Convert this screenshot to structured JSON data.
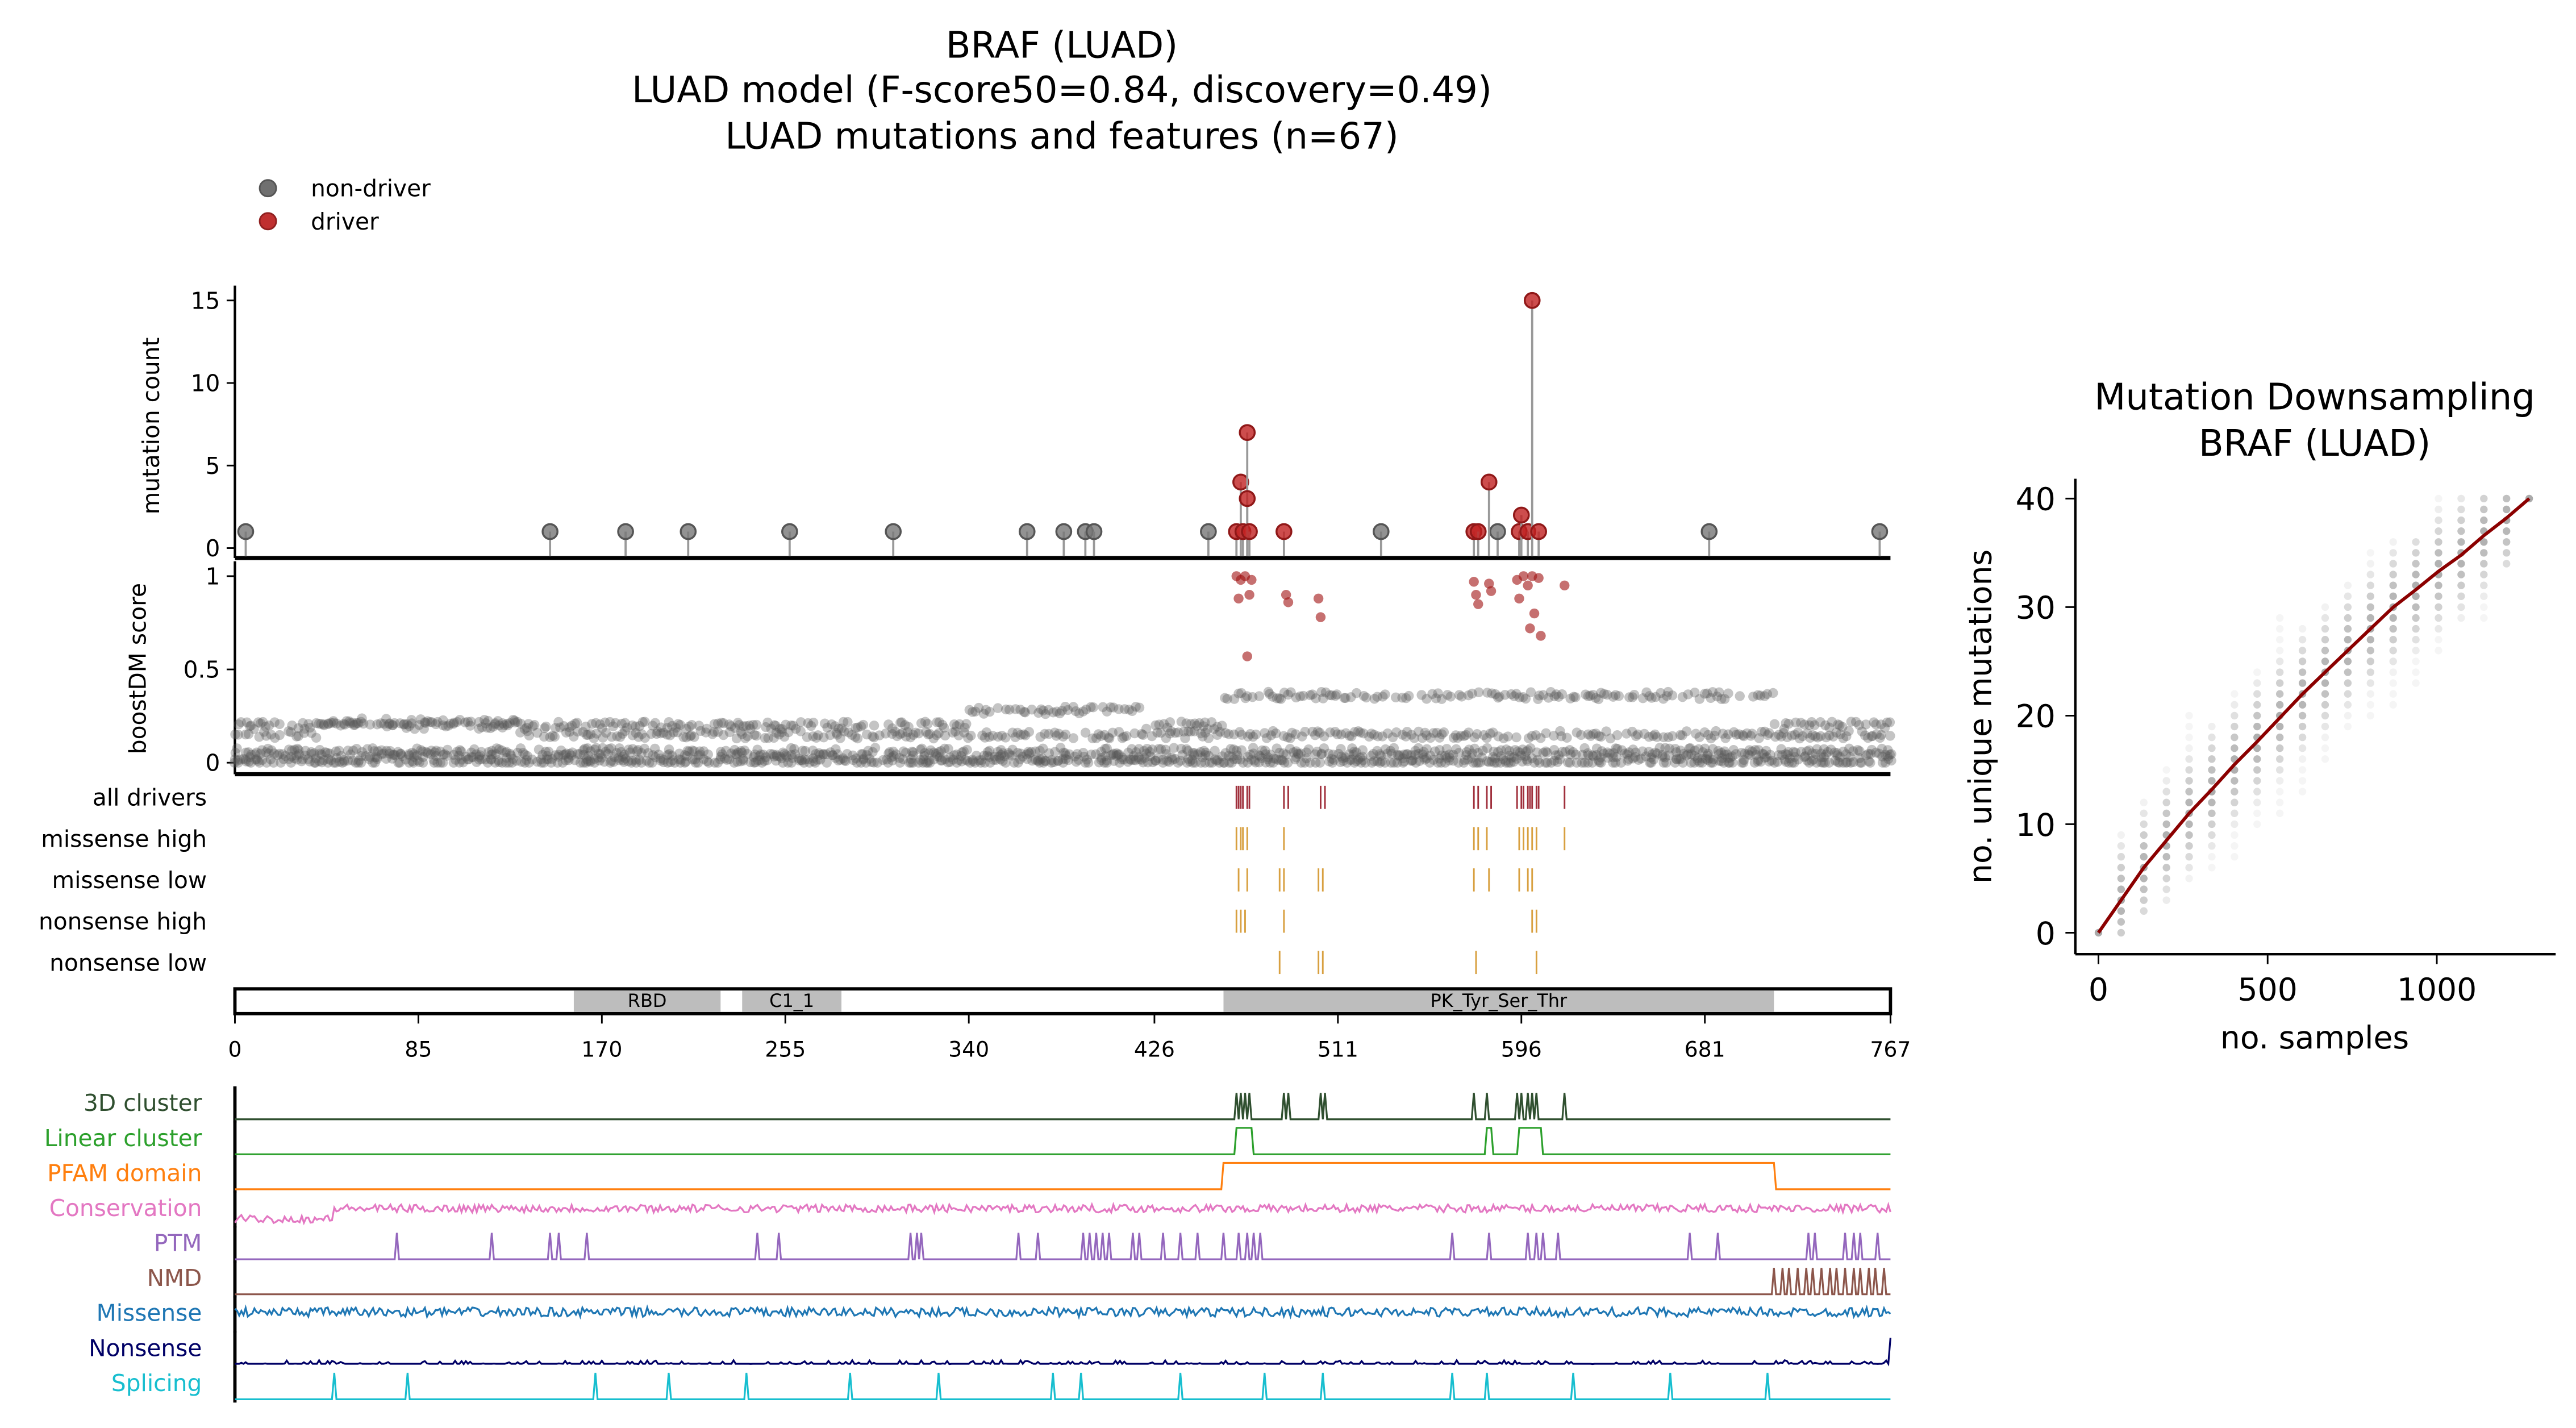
{
  "chart_data": [
    {
      "type": "scatter",
      "panel": "lollipop",
      "title_lines": [
        "BRAF (LUAD)",
        "LUAD model (F-score50=0.84, discovery=0.49)",
        "LUAD mutations and features (n=67)"
      ],
      "legend": [
        {
          "label": "non-driver",
          "color": "#707070"
        },
        {
          "label": "driver",
          "color": "#b22222"
        }
      ],
      "ylabel": "mutation count",
      "yticks": [
        0,
        5,
        10,
        15
      ],
      "ylim": [
        0,
        16
      ],
      "xlim": [
        0,
        767
      ],
      "non_drivers": [
        [
          5,
          1
        ],
        [
          146,
          1
        ],
        [
          181,
          1
        ],
        [
          210,
          1
        ],
        [
          257,
          1
        ],
        [
          305,
          1
        ],
        [
          367,
          1
        ],
        [
          384,
          1
        ],
        [
          394,
          1
        ],
        [
          398,
          1
        ],
        [
          451,
          1
        ],
        [
          531,
          1
        ],
        [
          585,
          1
        ],
        [
          683,
          1
        ],
        [
          762,
          1
        ]
      ],
      "drivers": [
        [
          464,
          1
        ],
        [
          466,
          4
        ],
        [
          467,
          1
        ],
        [
          469,
          7
        ],
        [
          469,
          3
        ],
        [
          470,
          1
        ],
        [
          486,
          1
        ],
        [
          574,
          1
        ],
        [
          576,
          1
        ],
        [
          581,
          4
        ],
        [
          595,
          1
        ],
        [
          596,
          2
        ],
        [
          599,
          1
        ],
        [
          601,
          15
        ],
        [
          604,
          1
        ]
      ]
    },
    {
      "type": "scatter",
      "panel": "boostDM",
      "ylabel": "boostDM score",
      "yticks": [
        0,
        0.5,
        1
      ],
      "ylim": [
        0,
        1
      ],
      "driver_scores": [
        [
          464,
          1
        ],
        [
          466,
          0.98
        ],
        [
          468,
          1
        ],
        [
          470,
          0.9
        ],
        [
          465,
          0.88
        ],
        [
          469,
          0.57
        ],
        [
          471,
          0.98
        ],
        [
          487,
          0.9
        ],
        [
          488,
          0.86
        ],
        [
          502,
          0.88
        ],
        [
          503,
          0.78
        ],
        [
          574,
          0.97
        ],
        [
          575,
          0.9
        ],
        [
          576,
          0.85
        ],
        [
          581,
          0.96
        ],
        [
          582,
          0.92
        ],
        [
          594,
          0.98
        ],
        [
          595,
          0.88
        ],
        [
          597,
          1
        ],
        [
          599,
          0.95
        ],
        [
          600,
          0.72
        ],
        [
          601,
          1
        ],
        [
          602,
          0.8
        ],
        [
          604,
          0.99
        ],
        [
          605,
          0.68
        ],
        [
          616,
          0.95
        ]
      ]
    },
    {
      "type": "table",
      "panel": "driver-tracks",
      "rows": [
        {
          "label": "all drivers",
          "color": "#a0303c",
          "positions": [
            464,
            465,
            466,
            467,
            469,
            470,
            486,
            488,
            503,
            505,
            574,
            576,
            580,
            582,
            594,
            596,
            597,
            599,
            600,
            601,
            603,
            604,
            616
          ]
        },
        {
          "label": "missense high",
          "color": "#d8a040",
          "positions": [
            464,
            466,
            467,
            469,
            486,
            574,
            576,
            580,
            595,
            597,
            599,
            601,
            603,
            616
          ]
        },
        {
          "label": "missense low",
          "color": "#d8a040",
          "positions": [
            465,
            469,
            484,
            486,
            502,
            504,
            574,
            581,
            595,
            599,
            601
          ]
        },
        {
          "label": "nonsense high",
          "color": "#d8a040",
          "positions": [
            464,
            466,
            468,
            486,
            601,
            603
          ]
        },
        {
          "label": "nonsense low",
          "color": "#d8a040",
          "positions": [
            484,
            502,
            504,
            575,
            603
          ]
        }
      ]
    },
    {
      "type": "table",
      "panel": "domains",
      "domains": [
        {
          "name": "RBD",
          "start": 157,
          "end": 225
        },
        {
          "name": "C1_1",
          "start": 235,
          "end": 281
        },
        {
          "name": "PK_Tyr_Ser_Thr",
          "start": 458,
          "end": 713
        }
      ],
      "xticks": [
        0,
        85,
        170,
        255,
        340,
        426,
        511,
        596,
        681,
        767
      ]
    },
    {
      "type": "line",
      "panel": "features",
      "tracks": [
        {
          "label": "3D cluster",
          "color": "#2f4f2f",
          "peaks": [
            464,
            466,
            468,
            470,
            486,
            488,
            503,
            505,
            574,
            580,
            594,
            596,
            599,
            601,
            603,
            616
          ]
        },
        {
          "label": "Linear cluster",
          "color": "#2ca02c",
          "plateaus": [
            [
              464,
              471
            ],
            [
              580,
              582
            ],
            [
              595,
              605
            ]
          ]
        },
        {
          "label": "PFAM domain",
          "color": "#ff7f0e",
          "plateaus": [
            [
              458,
              713
            ]
          ]
        },
        {
          "label": "Conservation",
          "color": "#e377c2",
          "noise": "conservation"
        },
        {
          "label": "PTM",
          "color": "#9467bd",
          "peaks": [
            75,
            119,
            146,
            150,
            163,
            242,
            252,
            313,
            316,
            318,
            363,
            372,
            393,
            396,
            399,
            402,
            405,
            416,
            419,
            430,
            438,
            446,
            458,
            465,
            469,
            472,
            475,
            564,
            581,
            599,
            603,
            606,
            613,
            674,
            687,
            729,
            732,
            746,
            750,
            753,
            761
          ]
        },
        {
          "label": "NMD",
          "color": "#8c564b",
          "peaks": [
            713,
            717,
            720,
            724,
            728,
            731,
            735,
            739,
            742,
            746,
            750,
            753,
            757,
            760,
            764
          ]
        },
        {
          "label": "Missense",
          "color": "#1f77b4",
          "noise": "missense"
        },
        {
          "label": "Nonsense",
          "color": "#000066",
          "noise": "nonsense"
        },
        {
          "label": "Splicing",
          "color": "#17becf",
          "peaks": [
            46,
            80,
            167,
            201,
            237,
            285,
            326,
            379,
            392,
            438,
            477,
            504,
            564,
            580,
            620,
            665,
            710
          ]
        }
      ]
    },
    {
      "type": "scatter",
      "panel": "downsampling",
      "title_lines": [
        "Mutation Downsampling",
        "BRAF (LUAD)"
      ],
      "xlabel": "no. samples",
      "ylabel": "no. unique mutations",
      "xticks": [
        0,
        500,
        1000
      ],
      "yticks": [
        0,
        10,
        20,
        30,
        40
      ],
      "xlim": [
        -60,
        1350
      ],
      "ylim": [
        -2,
        42
      ],
      "fit_color": "#8b0000",
      "x": [
        0,
        67,
        134,
        201,
        268,
        335,
        402,
        469,
        536,
        603,
        670,
        737,
        804,
        871,
        938,
        1005,
        1072,
        1139,
        1206,
        1273
      ],
      "fit_y": [
        0,
        3,
        6,
        8.5,
        11,
        13.2,
        15.5,
        17.6,
        19.8,
        22,
        24,
        26,
        28,
        30,
        31.6,
        33.3,
        34.8,
        36.6,
        38.2,
        40
      ],
      "range_min": [
        0,
        0,
        2,
        3,
        5,
        6,
        7,
        10,
        11,
        13,
        16,
        19,
        20,
        21,
        23,
        26,
        29,
        29,
        34,
        40
      ],
      "range_max": [
        0,
        9,
        12,
        15,
        20,
        19,
        22,
        24,
        29,
        28,
        30,
        32,
        35,
        36,
        36,
        40,
        40,
        40,
        40,
        40
      ]
    }
  ]
}
